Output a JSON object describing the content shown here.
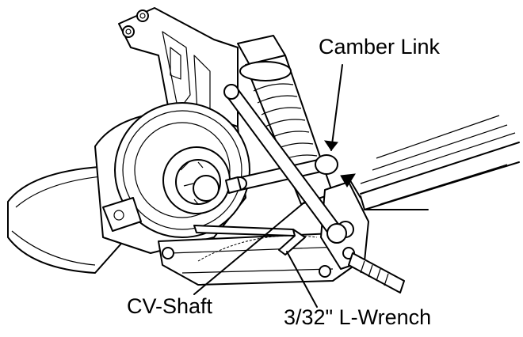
{
  "labels": {
    "camber_link": "Camber Link",
    "cv_shaft": "CV-Shaft",
    "l_wrench": "3/32\" L-Wrench"
  }
}
